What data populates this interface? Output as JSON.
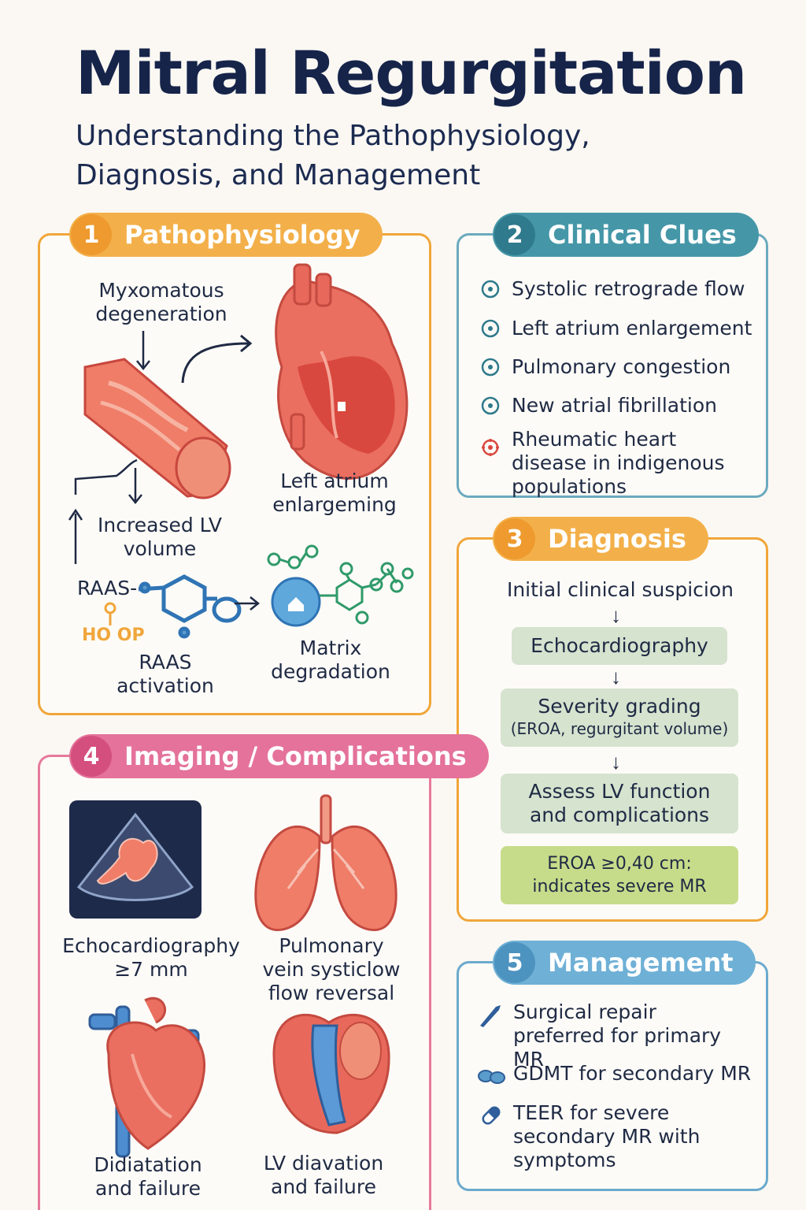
{
  "header": {
    "title": "Mitral Regurgitation",
    "subtitle": "Understanding the Pathophysiology, Diagnosis, and Management"
  },
  "colors": {
    "orange": "#f0a63a",
    "teal": "#3d8ea1",
    "pink": "#e0648c",
    "blue": "#5a9ccc",
    "green_box": "#d5e3cf",
    "green_highlight": "#c7dc8a",
    "heart_red": "#e8695c"
  },
  "pathophysiology": {
    "num": "1",
    "title": "Pathophysiology",
    "myxomatous": "Myxomatous degeneration",
    "left_atrium": "Left atrium enlargeming",
    "lv_volume": "Increased LV volume",
    "raas_tag": "RAAS-",
    "hoop": "HO OP",
    "raas_activation": "RAAS activation",
    "matrix": "Matrix degradation"
  },
  "clinical_clues": {
    "num": "2",
    "title": "Clinical Clues",
    "items": [
      "Systolic retrograde flow",
      "Left atrium enlargement",
      "Pulmonary congestion",
      "New atrial fibrillation",
      "Rheumatic heart disease in indigenous populations"
    ]
  },
  "diagnosis": {
    "num": "3",
    "title": "Diagnosis",
    "step0": "Initial clinical suspicion",
    "step1": "Echocardiography",
    "step2": "Severity grading",
    "step2_sub": "(EROA, regurgitant volume)",
    "step3": "Assess LV function and complications",
    "step4": "EROA ≥0,40 cm: indicates severe MR"
  },
  "imaging": {
    "num": "4",
    "title": "Imaging / Complications",
    "echo": "Echocardiography ≥7 mm",
    "pulm": "Pulmonary vein systiclow flow reversal",
    "didiatation": "Didiatation and failure",
    "lv": "LV diavation and failure"
  },
  "management": {
    "num": "5",
    "title": "Management",
    "items": [
      "Surgical repair preferred for primary MR",
      "GDMT for secondary MR",
      "TEER for severe secondary MR with symptoms"
    ]
  }
}
